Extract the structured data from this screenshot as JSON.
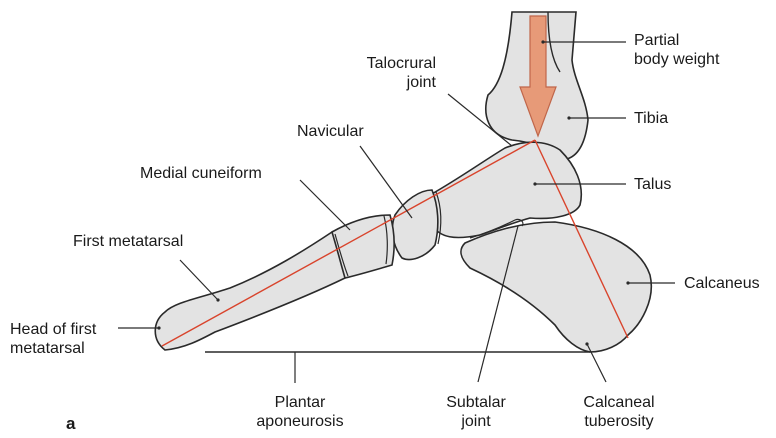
{
  "figure": {
    "panel_letter": "a",
    "colors": {
      "bone_fill": "#e3e3e3",
      "outline": "#2a2a2a",
      "axis_line": "#d9442c",
      "arrow_fill": "#e79a78",
      "arrow_stroke": "#c0664a"
    }
  },
  "labels": {
    "partial_body_weight": [
      "Partial",
      "body weight"
    ],
    "talocrural_joint": [
      "Talocrural",
      "joint"
    ],
    "tibia": "Tibia",
    "navicular": "Navicular",
    "medial_cuneiform": "Medial cuneiform",
    "talus": "Talus",
    "first_metatarsal": "First metatarsal",
    "calcaneus": "Calcaneus",
    "head_of_first_metatarsal": [
      "Head of first",
      "metatarsal"
    ],
    "plantar_aponeurosis": [
      "Plantar",
      "aponeurosis"
    ],
    "subtalar_joint": [
      "Subtalar",
      "joint"
    ],
    "calcaneal_tuberosity": [
      "Calcaneal",
      "tuberosity"
    ]
  }
}
